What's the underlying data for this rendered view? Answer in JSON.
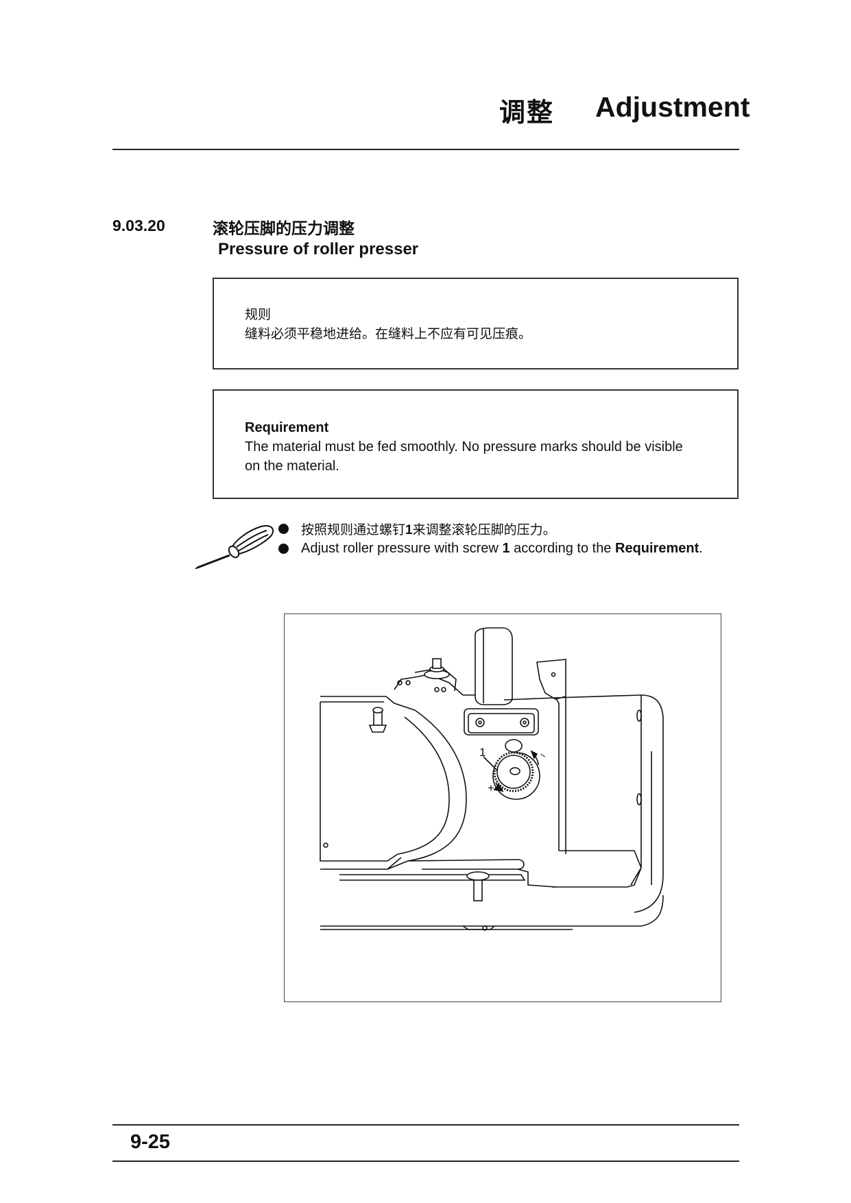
{
  "header": {
    "title_zh": "调整",
    "title_en": "Adjustment"
  },
  "section": {
    "number": "9.03.20",
    "title_zh": "滚轮压脚的压力调整",
    "title_en": "Pressure of roller presser"
  },
  "requirement_zh": {
    "title": "规则",
    "text": "缝料必须平稳地进给。在缝料上不应有可见压痕。"
  },
  "requirement_en": {
    "title": "Requirement",
    "text_line1": "The material must be fed smoothly. No pressure marks should be visible",
    "text_line2": "on the material."
  },
  "instructions": {
    "zh_part1": "按照规则通过螺钉",
    "zh_screw": "1",
    "zh_part2": "来调整滚轮压脚的压力。",
    "en_part1": "Adjust roller pressure with screw ",
    "en_screw": "1",
    "en_part2": " according to the ",
    "en_req": "Requirement",
    "en_end": "."
  },
  "figure": {
    "callout": "1",
    "plus_sign": "+",
    "minus_sign": "−"
  },
  "footer": {
    "page_number": "9-25"
  }
}
